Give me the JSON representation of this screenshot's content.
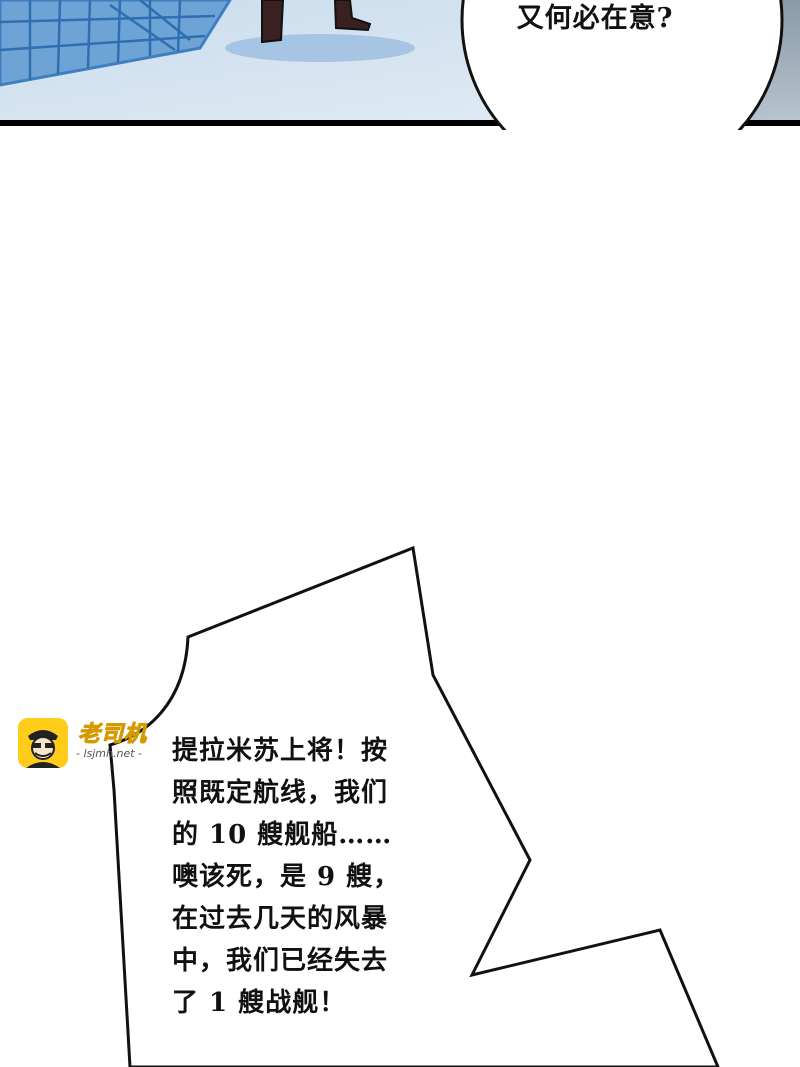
{
  "top_panel": {
    "bubble_text": "又何必在意?"
  },
  "speech_bubble": {
    "lines": [
      "提拉米苏上将！按",
      "照既定航线，我们",
      "的 10 艘舰船……",
      "噢该死，是 9 艘，",
      "在过去几天的风暴",
      "中，我们已经失去",
      "了 1 艘战舰！"
    ]
  },
  "watermark": {
    "title": "老司机",
    "url": "- lsjmh.net -",
    "icon": "driver-mascot-icon",
    "color": "#ffcc1a"
  }
}
